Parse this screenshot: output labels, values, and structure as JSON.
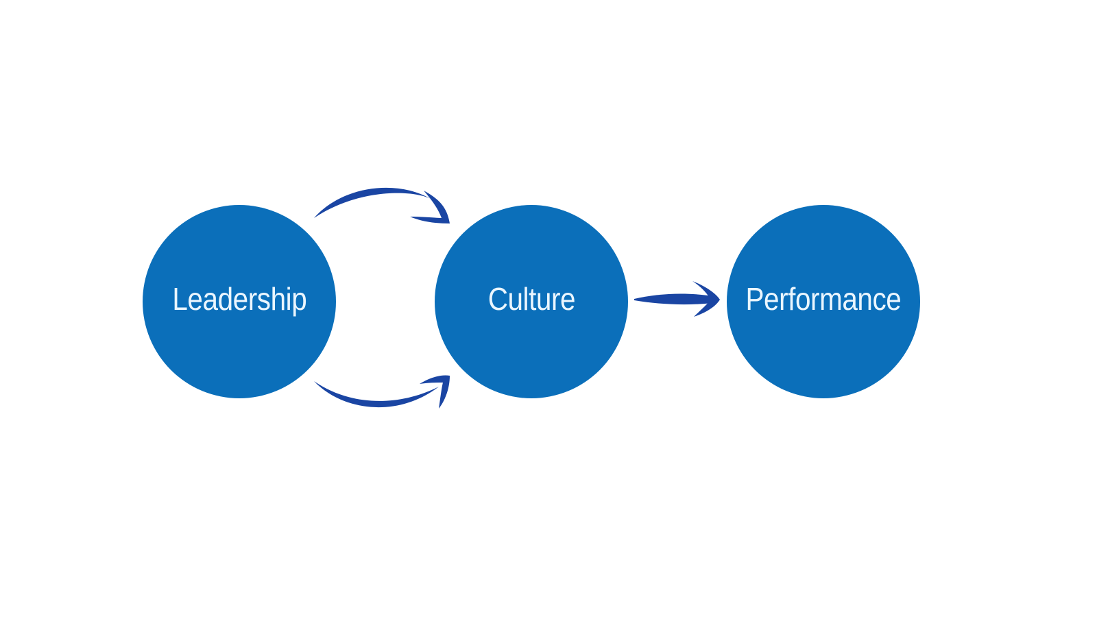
{
  "diagram": {
    "nodes": [
      {
        "id": "leadership",
        "label": "Leadership"
      },
      {
        "id": "culture",
        "label": "Culture"
      },
      {
        "id": "performance",
        "label": "Performance"
      }
    ],
    "edges": [
      {
        "from": "leadership",
        "to": "culture",
        "style": "curved-top"
      },
      {
        "from": "leadership",
        "to": "culture",
        "style": "curved-bottom"
      },
      {
        "from": "culture",
        "to": "performance",
        "style": "straight"
      }
    ]
  },
  "colors": {
    "node_fill": "#0b6fba",
    "node_text": "#eaf6ff",
    "arrow": "#1a45a3",
    "background": "#ffffff"
  }
}
